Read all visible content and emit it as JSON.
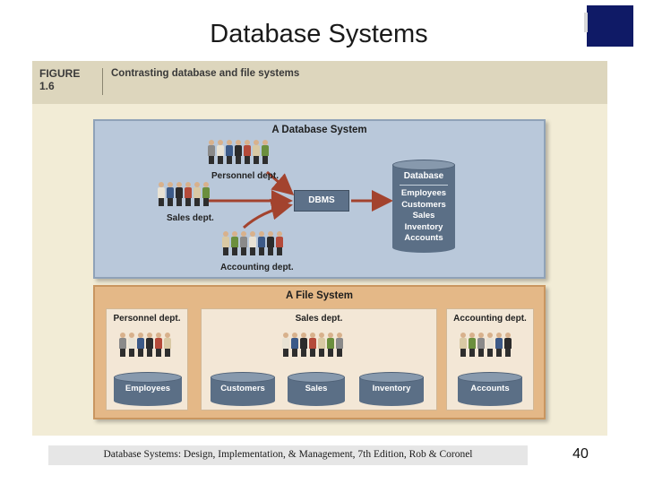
{
  "slide": {
    "title": "Database Systems",
    "page_number": "40",
    "footer": "Database Systems: Design, Implementation, & Management, 7th Edition, Rob & Coronel"
  },
  "figure": {
    "label_line1": "FIGURE",
    "label_line2": "1.6",
    "caption": "Contrasting database and file systems"
  },
  "database_system": {
    "title": "A Database System",
    "departments": [
      "Personnel dept.",
      "Sales dept.",
      "Accounting dept."
    ],
    "dbms_label": "DBMS",
    "database": {
      "title": "Database",
      "items": [
        "Employees",
        "Customers",
        "Sales",
        "Inventory",
        "Accounts"
      ]
    }
  },
  "file_system": {
    "title": "A File System",
    "groups": [
      {
        "department": "Personnel dept.",
        "files": [
          "Employees"
        ]
      },
      {
        "department": "Sales dept.",
        "files": [
          "Customers",
          "Sales",
          "Inventory"
        ]
      },
      {
        "department": "Accounting dept.",
        "files": [
          "Accounts"
        ]
      }
    ]
  },
  "colors": {
    "title_block": "#0f1a66",
    "db_panel": "#b9c8da",
    "fs_panel": "#e4b887",
    "arrow": "#a3432e",
    "cylinder": "#5b6f86"
  }
}
